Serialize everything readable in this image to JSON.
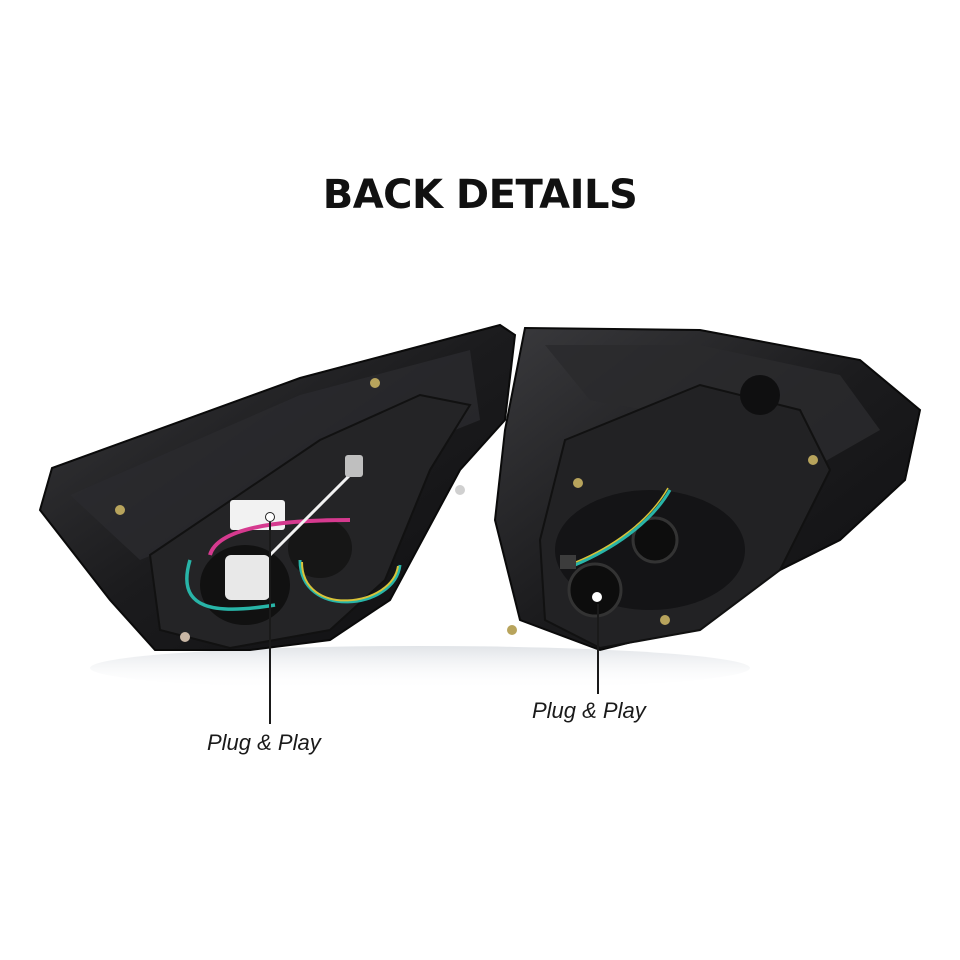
{
  "title": "BACK DETAILS",
  "product": {
    "description": "Rear view of LED tail light assembly pair showing back housing, wiring and bulb sockets",
    "colors": {
      "housing": "#1c1c1e",
      "gasket": "#2a2a2a",
      "wire_magenta": "#d63a8f",
      "wire_teal": "#28b5a8",
      "wire_yellow": "#d8c33a",
      "wire_white": "#f2f2f2",
      "reflection": "#e9ecef"
    }
  },
  "callouts": [
    {
      "label": "Plug & Play",
      "target": "left-connector"
    },
    {
      "label": "Plug & Play",
      "target": "right-bulb-socket"
    }
  ]
}
